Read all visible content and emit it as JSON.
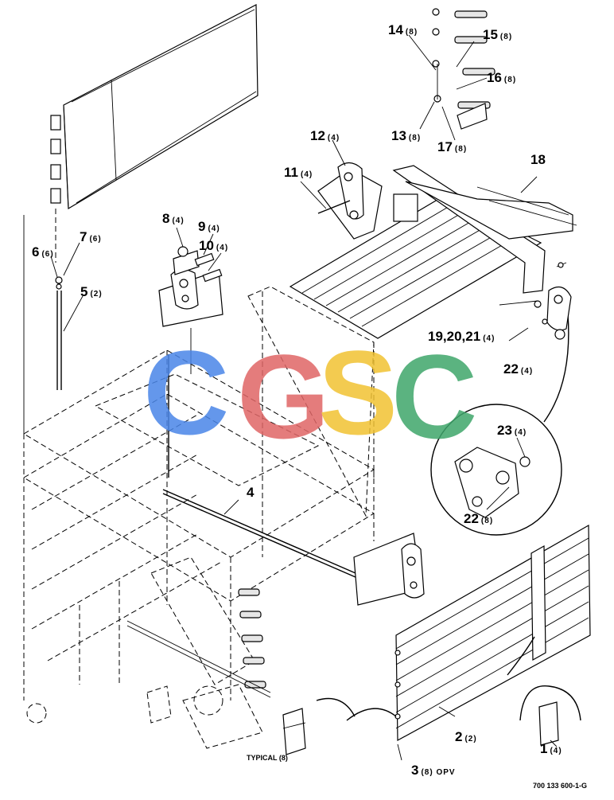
{
  "callouts": [
    {
      "num": "1",
      "qty": "(4)"
    },
    {
      "num": "2",
      "qty": "(2)"
    },
    {
      "num": "3",
      "qty": "(8) OPV"
    },
    {
      "num": "4",
      "qty": ""
    },
    {
      "num": "5",
      "qty": "(2)"
    },
    {
      "num": "6",
      "qty": "(6)"
    },
    {
      "num": "7",
      "qty": "(6)"
    },
    {
      "num": "8",
      "qty": "(4)"
    },
    {
      "num": "9",
      "qty": "(4)"
    },
    {
      "num": "10",
      "qty": "(4)"
    },
    {
      "num": "11",
      "qty": "(4)"
    },
    {
      "num": "12",
      "qty": "(4)"
    },
    {
      "num": "13",
      "qty": "(8)"
    },
    {
      "num": "14",
      "qty": "(8)"
    },
    {
      "num": "15",
      "qty": "(8)"
    },
    {
      "num": "16",
      "qty": "(8)"
    },
    {
      "num": "17",
      "qty": "(8)"
    },
    {
      "num": "18",
      "qty": ""
    },
    {
      "num": "19,20,21",
      "qty": "(4)"
    },
    {
      "num": "22",
      "qty": "(4)"
    },
    {
      "num": "23",
      "qty": "(4)"
    },
    {
      "num": "22",
      "qty": "(8)"
    }
  ],
  "typical_note": "TYPICAL (8)",
  "drawing_number": "700 133 600-1-G",
  "watermark": {
    "text": "CGSC",
    "colors": [
      "#4a86e8",
      "#e06666",
      "#f1c232",
      "#3fa66b"
    ]
  }
}
